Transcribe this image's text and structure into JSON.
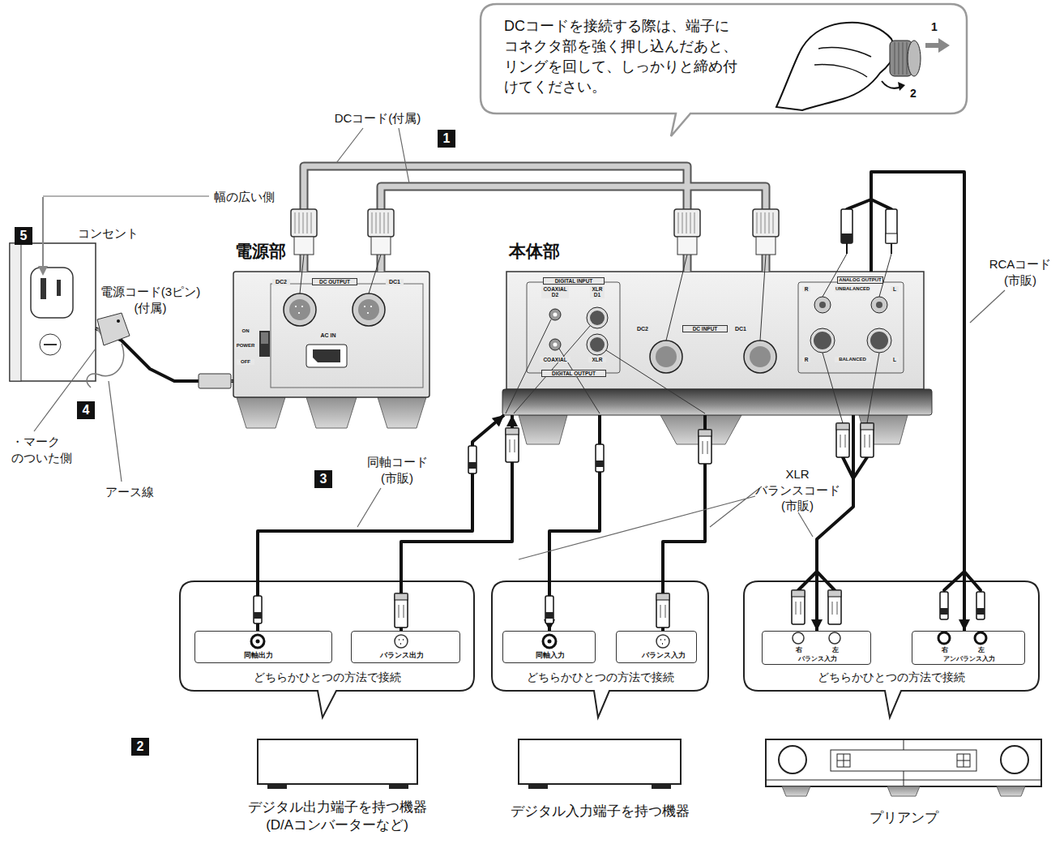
{
  "diagram": {
    "nodes": [
      {
        "text": [
          "DCコードを接続する際は、端子に コネクタ部を強く押し込んだあと、 リングを回して、しっかりと締め付 けてください。"
        ]
      },
      {
        "text": [
          "コンセント"
        ]
      },
      {
        "text": [
          "電源部",
          "DC2",
          "DC OUTPUT",
          "DC1",
          "ON",
          "POWER",
          "OFF",
          "AC IN"
        ]
      },
      {
        "text": [
          "本体部",
          "DIGITAL INPUT",
          "COAXIAL D2",
          "XLR D1",
          "COAXIAL",
          "XLR",
          "DIGITAL OUTPUT",
          "DC2",
          "DC INPUT",
          "DC1",
          "ANALOG OUTPUT",
          "R",
          "UNBALANCED",
          "L",
          "R",
          "BALANCED",
          "L"
        ]
      },
      {
        "text": [
          "どちらかひとつの方法で接続"
        ]
      },
      {
        "text": [
          "同軸出力"
        ],
        "in": 4
      },
      {
        "text": [
          "バランス出力"
        ],
        "in": 4
      },
      {
        "text": [
          "デジタル出力端子を持つ機器 (D/Aコンバーターなど)"
        ]
      },
      {
        "text": [
          "どちらかひとつの方法で接続"
        ]
      },
      {
        "text": [
          "同軸入力"
        ],
        "in": 8
      },
      {
        "text": [
          "バランス入力"
        ],
        "in": 8
      },
      {
        "text": [
          "デジタル入力端子を持つ機器"
        ]
      },
      {
        "text": [
          "どちらかひとつの方法で接続"
        ]
      },
      {
        "text": [
          "右",
          "左",
          "バランス入力"
        ],
        "in": 12
      },
      {
        "text": [
          "右",
          "左",
          "アンバランス入力"
        ],
        "in": 12
      },
      {
        "text": [
          "プリアンプ"
        ]
      }
    ],
    "edges": [
      {
        "from": 2,
        "to": 3,
        "arrow": "none"
      },
      {
        "from": 2,
        "to": 3,
        "arrow": "none"
      },
      {
        "from": 1,
        "to": 2,
        "arrow": "both"
      },
      {
        "from": 5,
        "to": 3,
        "arrow": "to"
      },
      {
        "from": 6,
        "to": 3,
        "arrow": "to"
      },
      {
        "from": 3,
        "to": 9,
        "arrow": "to"
      },
      {
        "from": 3,
        "to": 10,
        "arrow": "to"
      },
      {
        "from": 3,
        "to": 13,
        "arrow": "to"
      },
      {
        "from": 3,
        "to": 14,
        "arrow": "to"
      }
    ],
    "labels": [
      "1",
      "2",
      "DCコード(付属)",
      "1",
      "幅の広い側",
      "5",
      "電源コード(3ピン) (付属)",
      "4",
      "・マーク のついた側",
      "アース線",
      "3",
      "同軸コード (市販)",
      "XLR バランスコード (市販)",
      "RCAコード (市販)",
      "2"
    ]
  }
}
